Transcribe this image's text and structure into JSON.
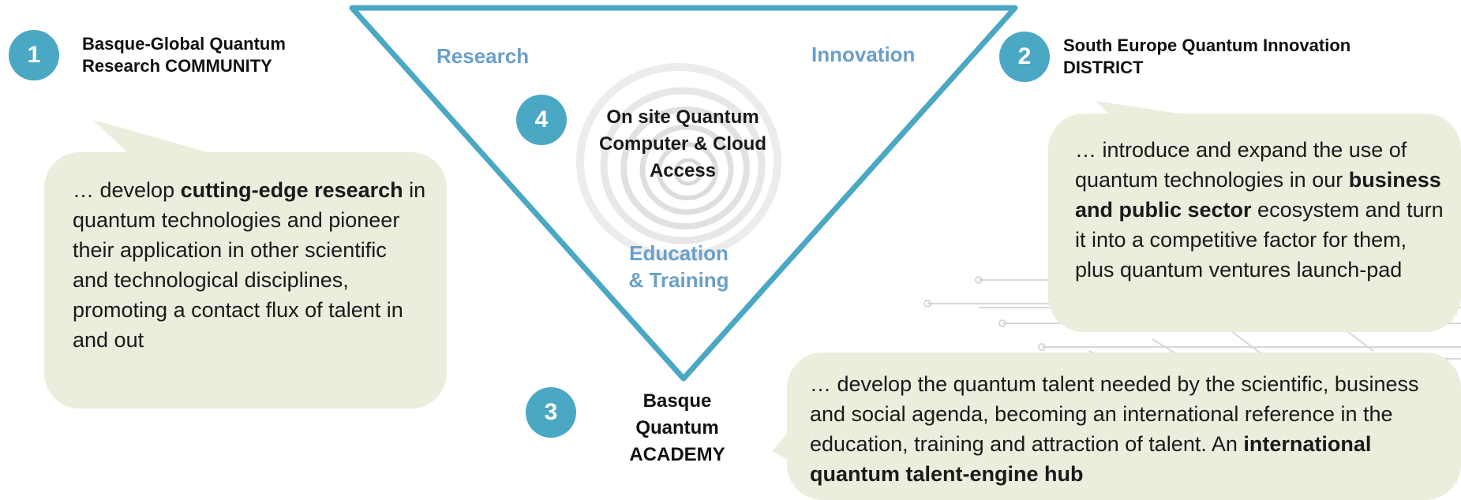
{
  "colors": {
    "accent": "#4aa8c4",
    "bubble": "#eaeedd",
    "label_blue": "#6b9fc9",
    "text": "#1a1a1a"
  },
  "pillars": [
    {
      "number": "1",
      "title_line1": "Basque-Global Quantum",
      "title_line2": "Research COMMUNITY"
    },
    {
      "number": "2",
      "title_line1": "South Europe Quantum Innovation",
      "title_line2": "DISTRICT"
    },
    {
      "number": "3",
      "title_line1": "Basque",
      "title_line2": "Quantum",
      "title_line3": "ACADEMY"
    },
    {
      "number": "4",
      "title_line1": "On site Quantum",
      "title_line2": "Computer & Cloud",
      "title_line3": "Access"
    }
  ],
  "triangle_labels": {
    "research": "Research",
    "innovation": "Innovation",
    "education_line1": "Education",
    "education_line2": "& Training"
  },
  "bubble_research": {
    "prefix": "… develop ",
    "bold": "cutting-edge research",
    "rest": " in quantum technologies and pioneer their application in other scientific and technological disciplines, promoting a contact flux of talent in and out"
  },
  "bubble_innovation": {
    "prefix": "… introduce and expand the use of quantum technologies in our ",
    "bold": "business and public sector",
    "rest": " ecosystem and turn it into a competitive factor for them, plus quantum ventures launch-pad"
  },
  "bubble_academy": {
    "prefix": "… develop the quantum talent needed by the scientific, business and social agenda, becoming an international reference in the education, training and attraction of talent. An ",
    "bold": "international quantum talent-engine hub"
  }
}
